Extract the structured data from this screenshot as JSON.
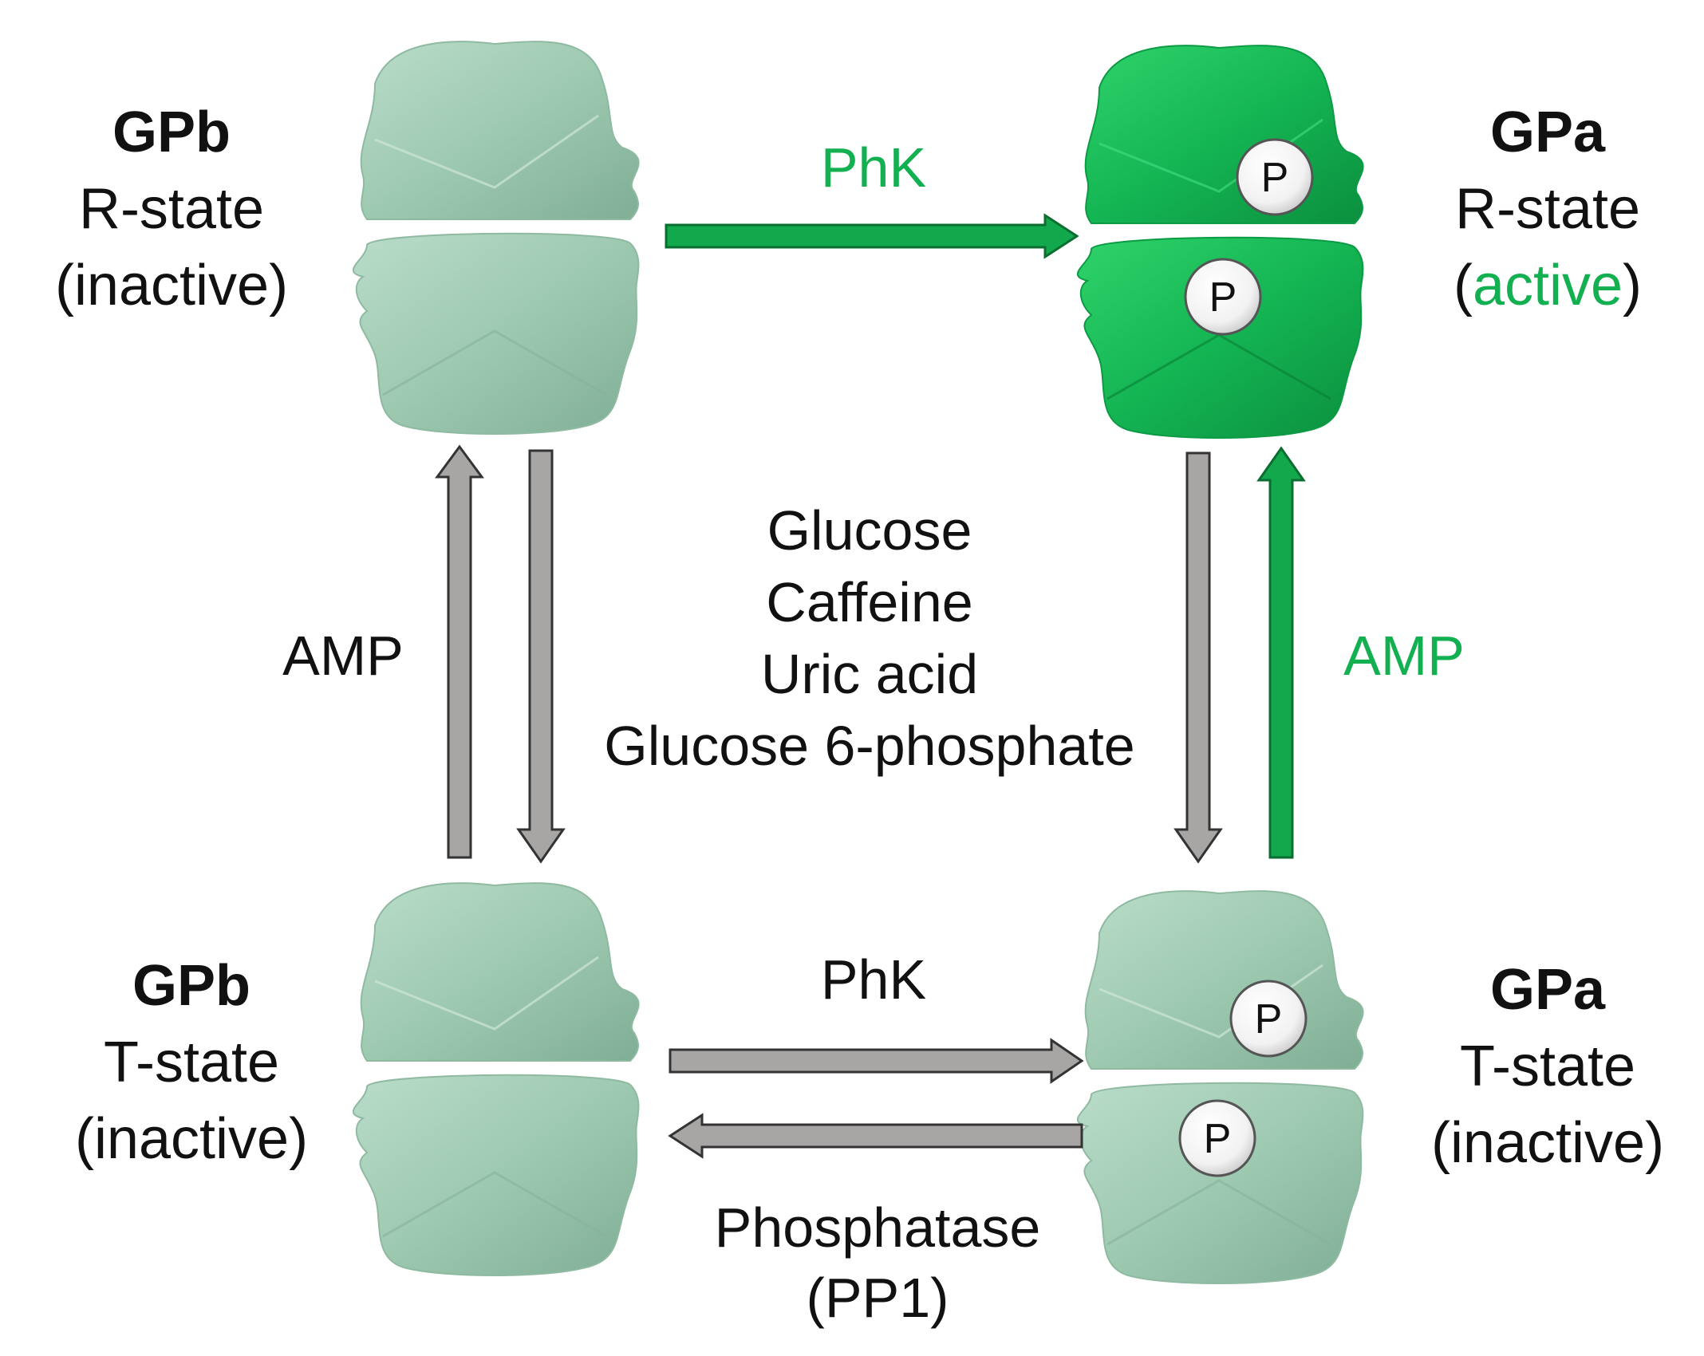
{
  "colors": {
    "active_green": "#12b050",
    "active_green_dark": "#0c8c3c",
    "inactive_protein": "#9ec9b1",
    "inactive_protein_dark": "#6f9c83",
    "arrow_gray": "#a8a5a5",
    "arrow_outline": "#333333",
    "text": "#111111"
  },
  "states": {
    "gpb_r": {
      "name": "GPb",
      "state": "R-state",
      "activity_open": "(",
      "activity": "inactive",
      "activity_close": ")"
    },
    "gpa_r": {
      "name": "GPa",
      "state": "R-state",
      "activity_open": "(",
      "activity": "active",
      "activity_close": ")"
    },
    "gpb_t": {
      "name": "GPb",
      "state": "T-state",
      "activity_open": "(",
      "activity": "inactive",
      "activity_close": ")"
    },
    "gpa_t": {
      "name": "GPa",
      "state": "T-state",
      "activity_open": "(",
      "activity": "inactive",
      "activity_close": ")"
    }
  },
  "phospho_mark": "P",
  "arrows": {
    "top_label": "PhK",
    "bottom_forward_label": "PhK",
    "bottom_reverse_label_1": "Phosphatase",
    "bottom_reverse_label_2": "(PP1)",
    "left_label": "AMP",
    "right_label": "AMP"
  },
  "inhibitors": [
    "Glucose",
    "Caffeine",
    "Uric acid",
    "Glucose 6-phosphate"
  ]
}
